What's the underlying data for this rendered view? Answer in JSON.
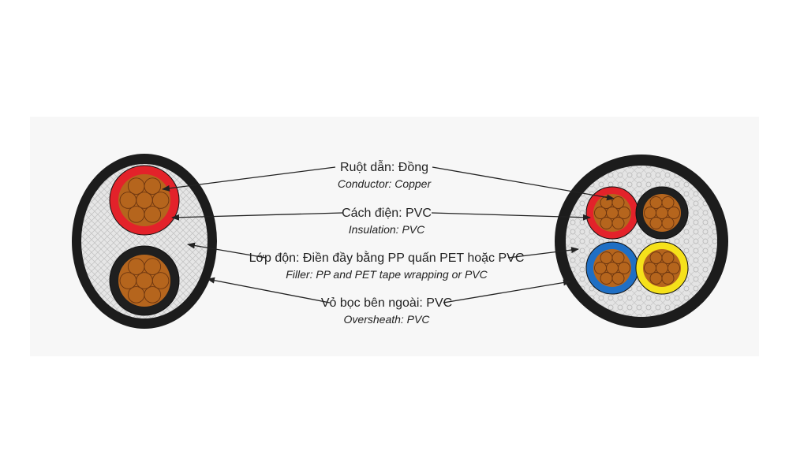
{
  "labels": [
    {
      "id": "conductor",
      "vn": "Ruột dẫn: Đồng",
      "en": "Conductor: Copper"
    },
    {
      "id": "insulation",
      "vn": "Cách điện: PVC",
      "en": "Insulation: PVC"
    },
    {
      "id": "filler",
      "vn": "Lớp độn: Điền đầy bằng PP quấn PET hoặc PVC",
      "en": "Filler: PP and PET tape wrapping or PVC"
    },
    {
      "id": "oversheath",
      "vn": "Vỏ bọc bên ngoài: PVC",
      "en": "Oversheath: PVC"
    }
  ],
  "colors": {
    "sheath": "#1c1c1c",
    "filler": "#e2e2e2",
    "copper": "#b5651d",
    "copper_strand_line": "#6b3510",
    "insulation_red": "#e3222a",
    "insulation_black": "#1f1f1f",
    "insulation_blue": "#1f6fc4",
    "insulation_yellow": "#f5e11a",
    "leader_line": "#222222"
  },
  "cables": [
    {
      "id": "two-core",
      "cores": [
        "insulation_red",
        "insulation_black"
      ]
    },
    {
      "id": "four-core",
      "cores": [
        "insulation_red",
        "insulation_black",
        "insulation_blue",
        "insulation_yellow"
      ]
    }
  ]
}
